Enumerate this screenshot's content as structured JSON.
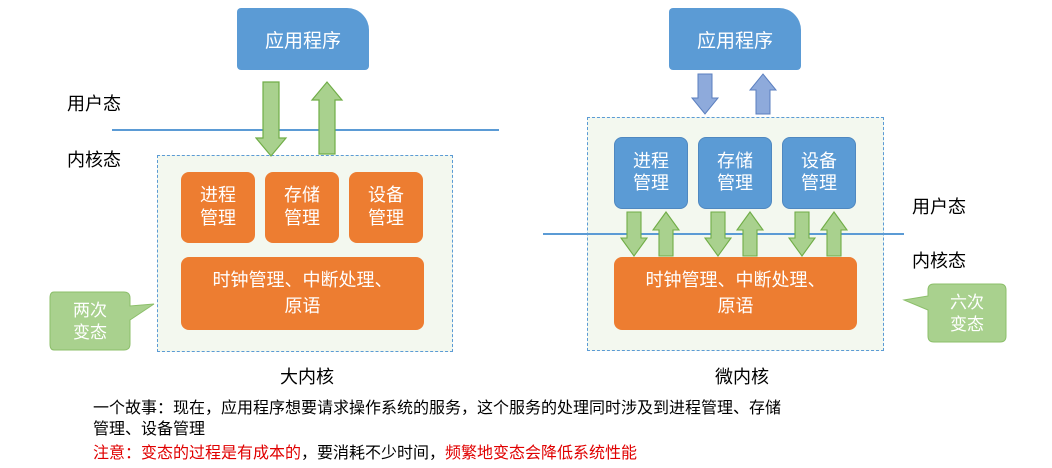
{
  "left": {
    "app": "应用程序",
    "user_mode": "用户态",
    "kernel_mode": "内核态",
    "modules": [
      "进程\n管理",
      "存储\n管理",
      "设备\n管理"
    ],
    "core": "时钟管理、中断处理、\n原语",
    "callout": "两次\n变态",
    "caption": "大内核"
  },
  "right": {
    "app": "应用程序",
    "user_mode": "用户态",
    "kernel_mode": "内核态",
    "modules": [
      "进程\n管理",
      "存储\n管理",
      "设备\n管理"
    ],
    "core": "时钟管理、中断处理、\n原语",
    "callout": "六次\n变态",
    "caption": "微内核"
  },
  "notes": {
    "story": "一个故事：现在，应用程序想要请求操作系统的服务，这个服务的处理同时涉及到进程管理、存储\n管理、设备管理",
    "warning_a": "注意：变态的过程是有成本的",
    "warning_b": "，要消耗不少时间，",
    "warning_c": "频繁地变态会降低系统性能"
  },
  "colors": {
    "blue": "#5b9bd5",
    "orange": "#ed7d31",
    "green": "#a9d18e",
    "red": "#e00000"
  }
}
